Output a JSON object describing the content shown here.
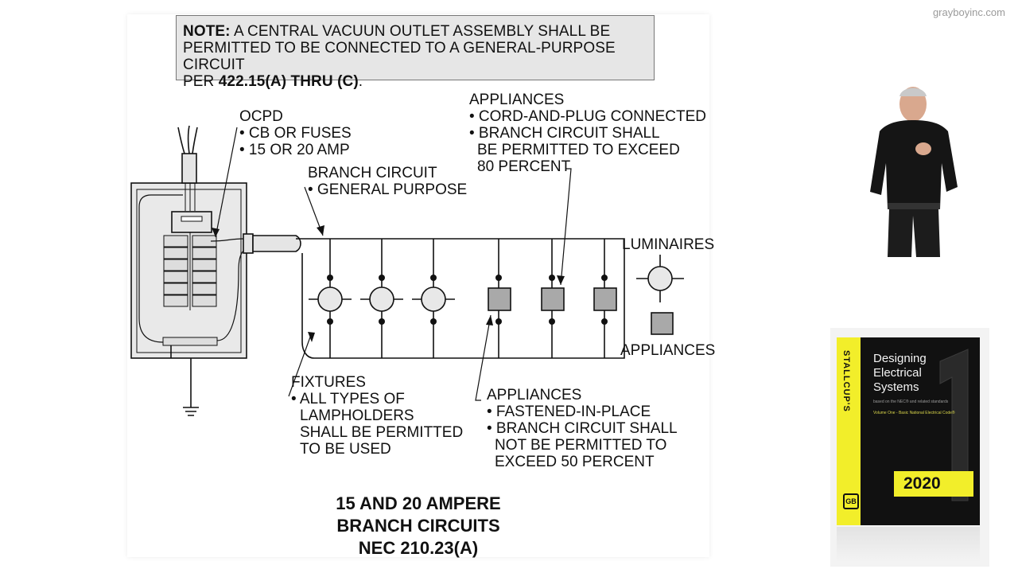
{
  "watermark": "grayboyinc.com",
  "note": {
    "bold1": "NOTE:",
    "line1": " A CENTRAL VACUUN OUTLET ASSEMBLY SHALL BE",
    "line2": "PERMITTED TO BE CONNECTED TO A GENERAL-PURPOSE CIRCUIT",
    "line3a": "PER ",
    "bold2": "422.15(A) THRU (C)",
    "line3b": "."
  },
  "labels": {
    "ocpd": [
      "OCPD",
      "• CB OR FUSES",
      "• 15 OR 20 AMP"
    ],
    "branch": [
      "BRANCH CIRCUIT",
      "• GENERAL PURPOSE"
    ],
    "appl_top": [
      "APPLIANCES",
      "• CORD-AND-PLUG CONNECTED",
      "• BRANCH CIRCUIT SHALL",
      "BE PERMITTED TO EXCEED",
      "80 PERCENT"
    ],
    "luminaires": "LUMINAIRES",
    "appliances_legend": "APPLIANCES",
    "fixtures": [
      "FIXTURES",
      "• ALL TYPES OF",
      "LAMPHOLDERS",
      "SHALL BE PERMITTED",
      "TO BE USED"
    ],
    "appl_bottom": [
      "APPLIANCES",
      "• FASTENED-IN-PLACE",
      "• BRANCH CIRCUIT SHALL",
      "NOT BE PERMITTED TO",
      "EXCEED 50 PERCENT"
    ]
  },
  "title": [
    "15 AND 20 AMPERE",
    "BRANCH CIRCUITS",
    "NEC 210.23(A)"
  ],
  "book": {
    "spine": "STALLCUP'S",
    "title": [
      "Designing",
      "Electrical",
      "Systems"
    ],
    "subtitle": "based on the NEC® and related standards",
    "volume": "Volume One - Basic National Electrical Code®",
    "year": "2020",
    "logo": "GB"
  }
}
